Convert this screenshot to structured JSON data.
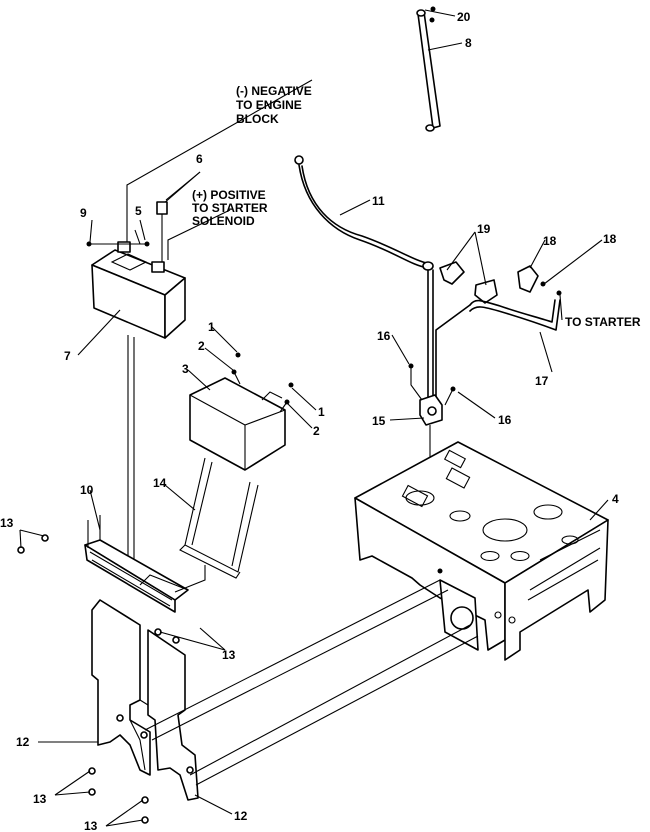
{
  "callouts": {
    "n1": "1",
    "n2": "2",
    "n3": "3",
    "n4": "4",
    "n5": "5",
    "n6": "6",
    "n7": "7",
    "n8": "8",
    "n9": "9",
    "n10": "10",
    "n11": "11",
    "n12": "12",
    "n13": "13",
    "n14": "14",
    "n15": "15",
    "n16": "16",
    "n17": "17",
    "n18": "18",
    "n19": "19",
    "n20": "20"
  },
  "notes": {
    "negative": [
      "(-) NEGATIVE",
      "TO ENGINE",
      "BLOCK"
    ],
    "positive": [
      "(+) POSITIVE",
      "TO STARTER",
      "SOLENOID"
    ],
    "to_starter": "TO STARTER"
  }
}
